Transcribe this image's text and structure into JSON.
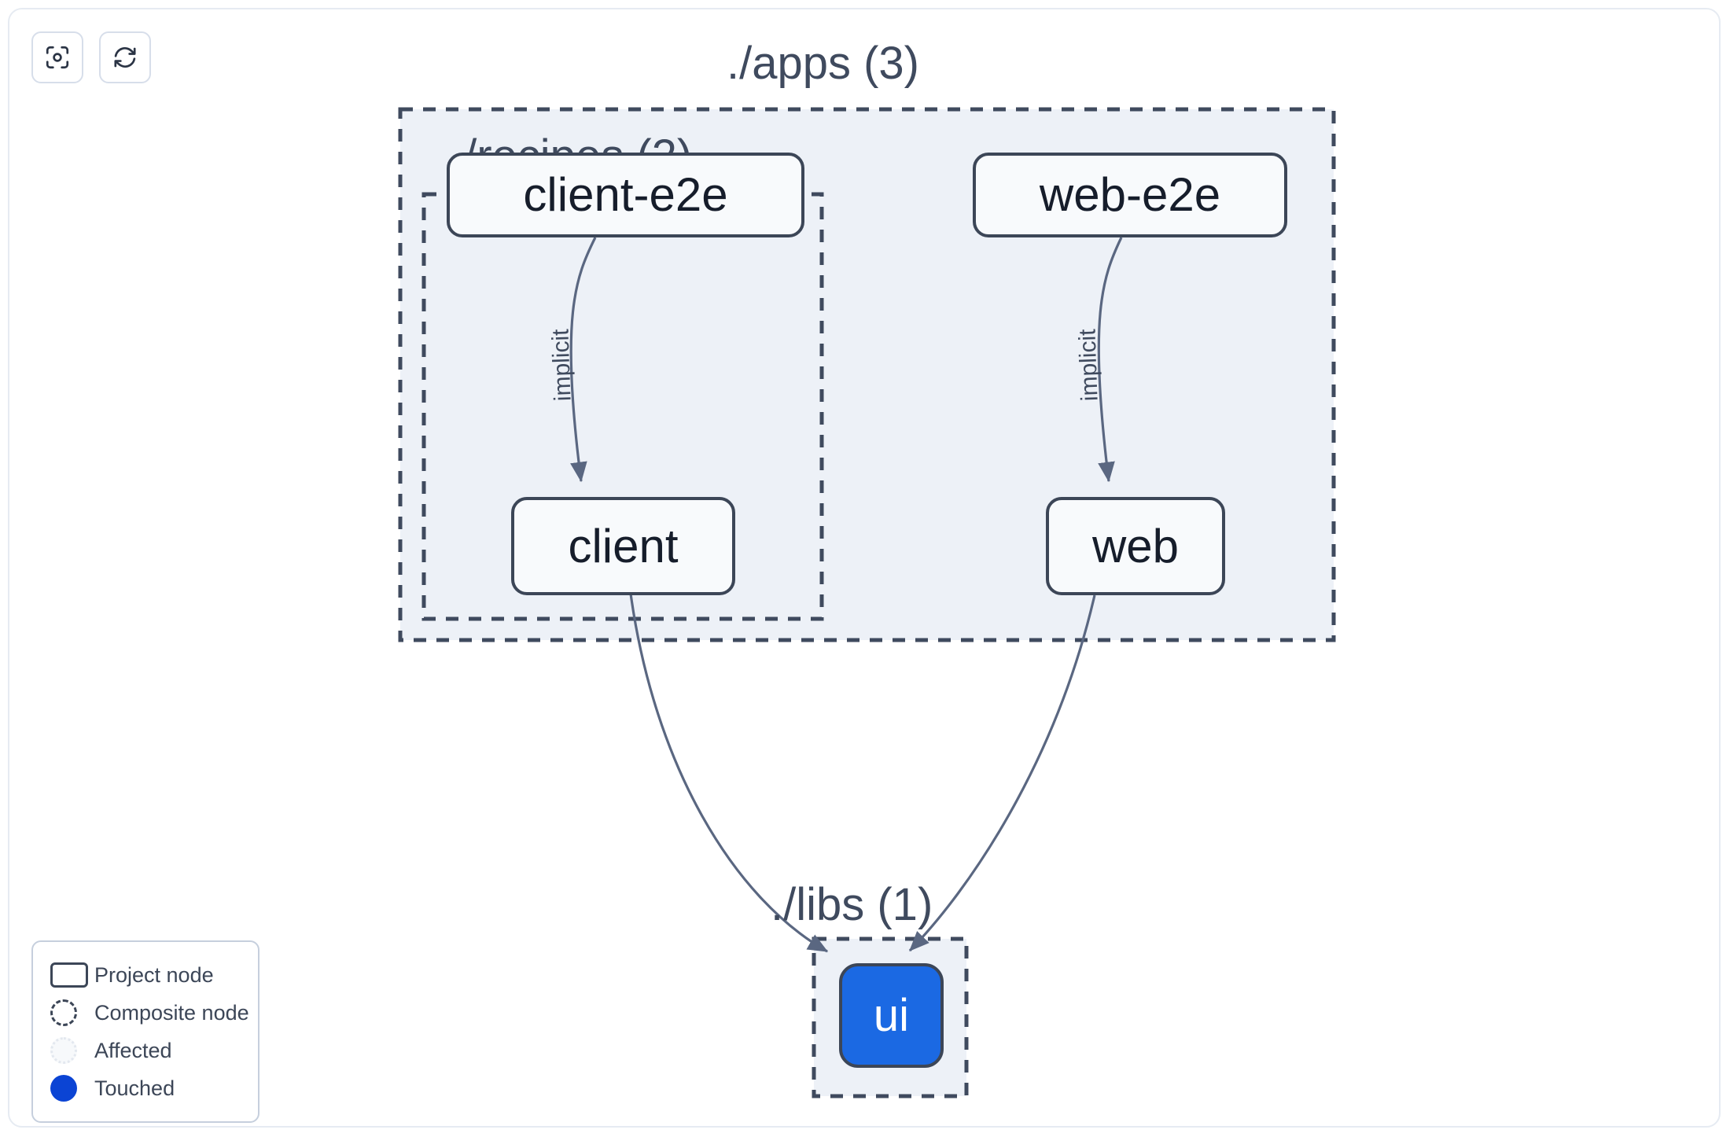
{
  "toolbar": {
    "buttons": [
      {
        "name": "focus-graph-button",
        "icon": "focus-target-icon",
        "label": ""
      },
      {
        "name": "refresh-graph-button",
        "icon": "refresh-sync-icon",
        "label": ""
      }
    ]
  },
  "graph": {
    "groups": [
      {
        "id": "apps",
        "label": "./apps (3)",
        "count": 3
      },
      {
        "id": "recipes",
        "label": "./recipes (2)",
        "count": 2
      },
      {
        "id": "libs",
        "label": "./libs (1)",
        "count": 1
      }
    ],
    "nodes": [
      {
        "id": "client-e2e",
        "label": "client-e2e",
        "group": "recipes",
        "state": "project"
      },
      {
        "id": "web-e2e",
        "label": "web-e2e",
        "group": "apps",
        "state": "project"
      },
      {
        "id": "client",
        "label": "client",
        "group": "recipes",
        "state": "project"
      },
      {
        "id": "web",
        "label": "web",
        "group": "apps",
        "state": "project"
      },
      {
        "id": "ui",
        "label": "ui",
        "group": "libs",
        "state": "touched"
      }
    ],
    "edges": [
      {
        "from": "client-e2e",
        "to": "client",
        "label": "implicit"
      },
      {
        "from": "web-e2e",
        "to": "web",
        "label": "implicit"
      },
      {
        "from": "client",
        "to": "ui",
        "label": ""
      },
      {
        "from": "web",
        "to": "ui",
        "label": ""
      }
    ]
  },
  "legend": {
    "items": [
      {
        "glyph": "project-node-glyph",
        "label": "Project node"
      },
      {
        "glyph": "composite-node-glyph",
        "label": "Composite node"
      },
      {
        "glyph": "affected-glyph",
        "label": "Affected"
      },
      {
        "glyph": "touched-glyph",
        "label": "Touched"
      }
    ]
  },
  "colors": {
    "touched": "#0b44d4",
    "touched_node": "#1b69e3",
    "node_border": "#3c4657",
    "node_fill": "#f8fafc",
    "group_fill": "#edf1f7",
    "group_border": "#3f4a5e",
    "edge": "#5a6781",
    "label_text": "#3f4a5e",
    "canvas_bg": "#ffffff"
  }
}
